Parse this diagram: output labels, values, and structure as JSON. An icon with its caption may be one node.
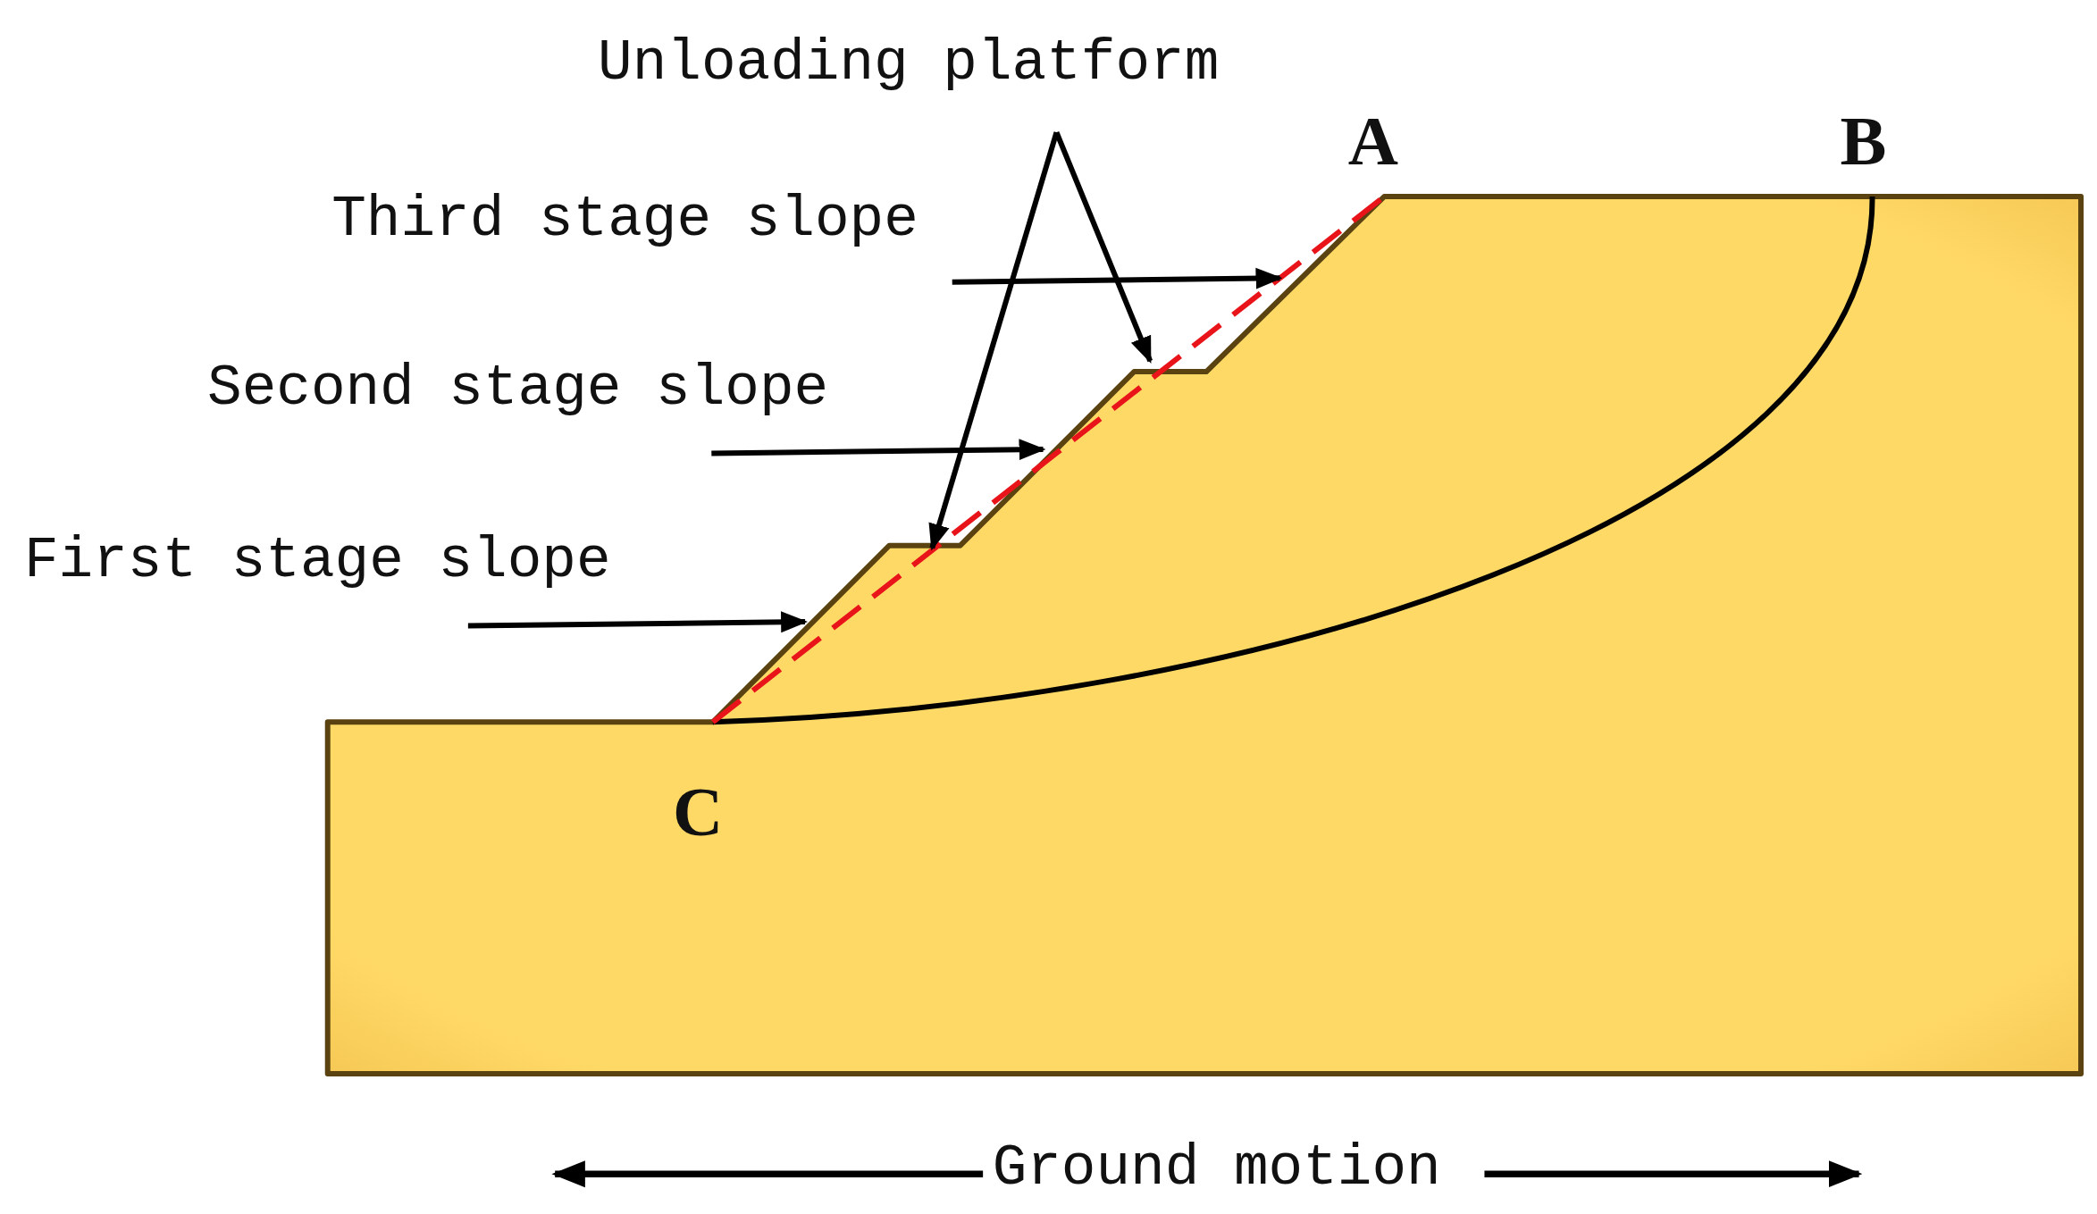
{
  "diagram": {
    "nodes": [
      {
        "text": [
          "Unloading platform"
        ]
      },
      {
        "text": [
          "Third stage slope"
        ]
      },
      {
        "text": [
          "Second stage slope"
        ]
      },
      {
        "text": [
          "First stage slope"
        ]
      }
    ],
    "edges": [
      {
        "from": 0,
        "to": null,
        "arrow": "to"
      },
      {
        "from": 0,
        "to": null,
        "arrow": "to"
      },
      {
        "from": 1,
        "to": null,
        "arrow": "to"
      },
      {
        "from": 2,
        "to": null,
        "arrow": "to"
      },
      {
        "from": 3,
        "to": null,
        "arrow": "to"
      }
    ],
    "labels": [
      "A",
      "B",
      "C",
      "Ground motion"
    ]
  }
}
